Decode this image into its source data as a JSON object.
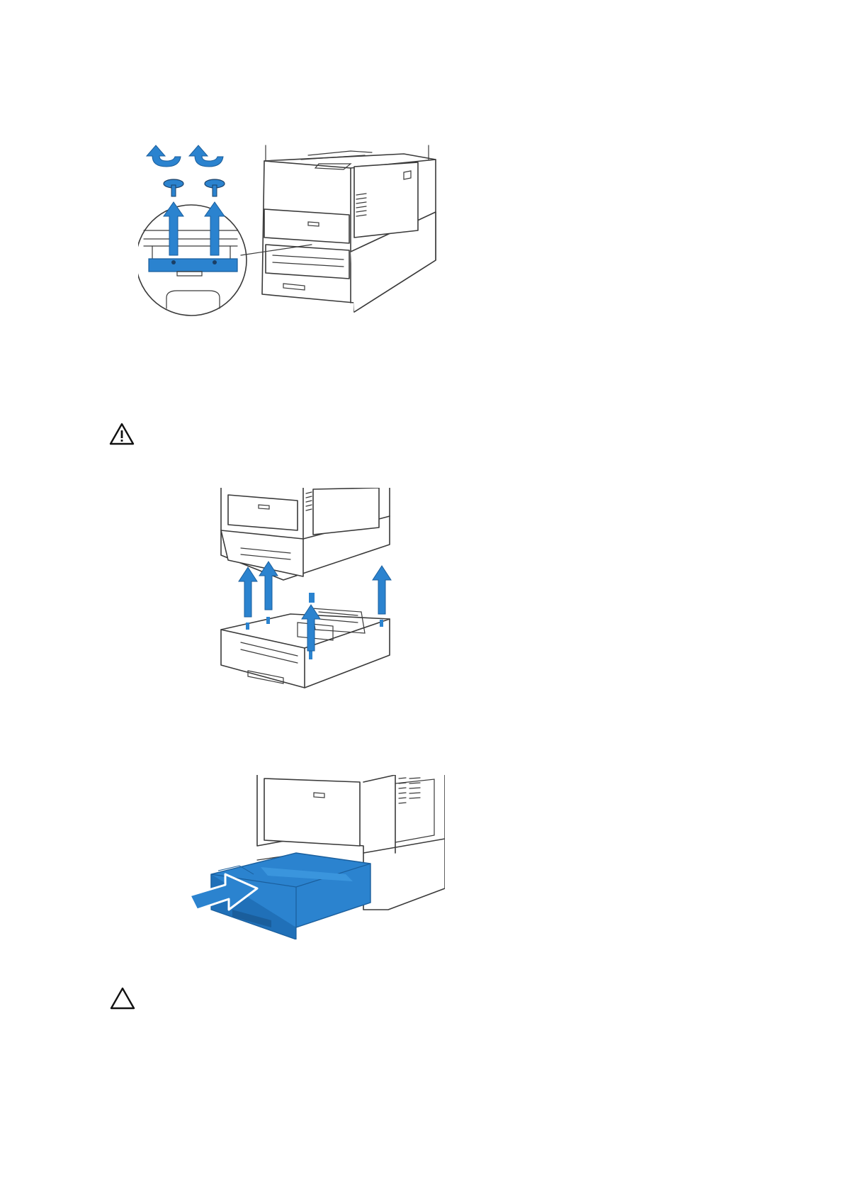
{
  "page": {
    "background": "#ffffff",
    "accent": "#2b83cf",
    "accent_dark": "#1a5e9c"
  },
  "figures": [
    {
      "name": "remove-screws-figure",
      "icons": [
        "rotate-ccw-icon",
        "screw-icon",
        "arrow-up-icon",
        "magnifier-callout"
      ]
    },
    {
      "name": "lift-printer-off-tray-figure",
      "icons": [
        "arrow-up-icon"
      ]
    },
    {
      "name": "insert-paper-tray-figure",
      "icons": [
        "arrow-right-icon"
      ]
    }
  ],
  "notices": [
    {
      "name": "warning-notice",
      "icon": "warning-icon"
    },
    {
      "name": "caution-notice",
      "icon": "caution-icon"
    }
  ]
}
